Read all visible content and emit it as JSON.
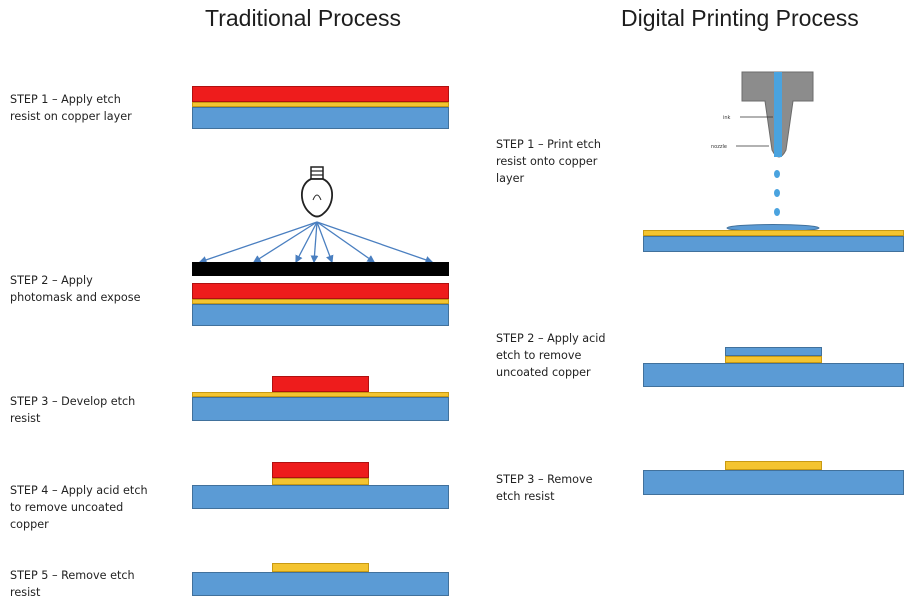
{
  "traditional": {
    "title": "Traditional Process",
    "steps": [
      "STEP 1 – Apply etch\nresist on copper layer",
      "STEP 2 – Apply\nphotomask and expose",
      "STEP 3 – Develop etch\nresist",
      "STEP 4 – Apply acid etch\nto remove uncoated\ncopper",
      "STEP 5 – Remove  etch\nresist"
    ]
  },
  "digital": {
    "title": "Digital Printing Process",
    "steps": [
      "STEP 1 – Print etch\nresist onto copper\nlayer",
      "STEP 2 – Apply acid\netch to remove\nuncoated copper",
      "STEP 3 – Remove\netch resist"
    ],
    "nozzle_labels": {
      "ink": "ink",
      "nozzle": "nozzle"
    }
  },
  "colors": {
    "base": "#5b9bd5",
    "copper": "#f4c430",
    "resist": "#ee1c1c",
    "mask": "#000000",
    "nozzle": "#8c8c8c",
    "ink": "#4aa3df"
  }
}
